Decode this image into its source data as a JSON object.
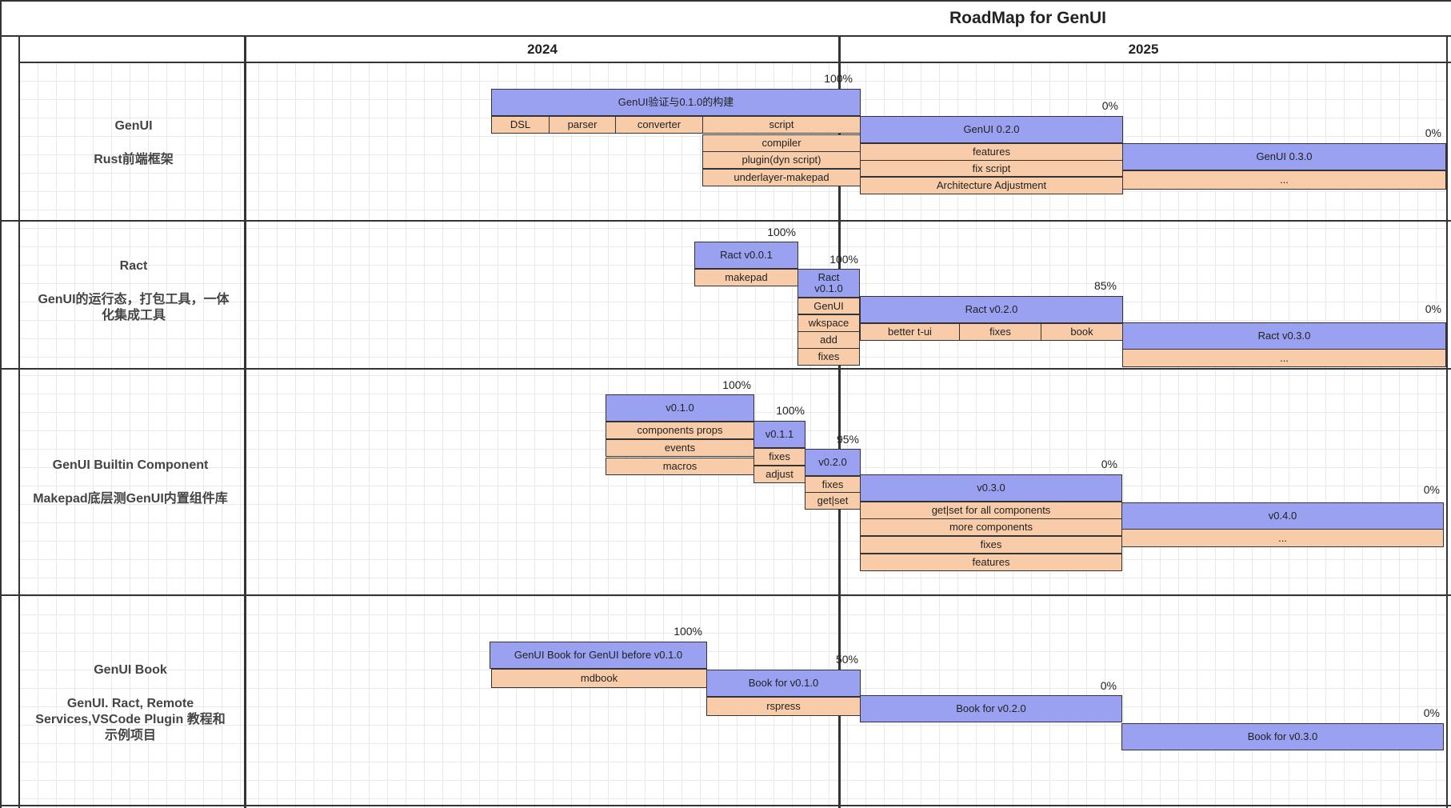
{
  "title": "RoadMap for GenUI",
  "years": [
    "2024",
    "2025"
  ],
  "colors": {
    "milestone": "#99a1f0",
    "task": "#f8cca8",
    "border": "#333333"
  },
  "tracks": [
    {
      "name": "GenUI",
      "desc": "Rust前端框架"
    },
    {
      "name": "Ract",
      "desc": "GenUI的运行态，打包工具，一体化集成工具"
    },
    {
      "name": "GenUI Builtin Component",
      "desc": "Makepad底层测GenUI内置组件库"
    },
    {
      "name": "GenUI Book",
      "desc": "GenUI. Ract, Remote Services,VSCode Plugin 教程和示例项目"
    }
  ],
  "genui": {
    "m1": {
      "label": "GenUI验证与0.1.0的构建",
      "progress": "100%"
    },
    "m1_tasks": [
      "DSL",
      "parser",
      "converter"
    ],
    "m1_tasks_b": [
      "script",
      "compiler",
      "plugin(dyn script)",
      "underlayer-makepad"
    ],
    "m2": {
      "label": "GenUI 0.2.0",
      "progress": "0%"
    },
    "m2_tasks": [
      "features",
      "fix script",
      "Architecture Adjustment"
    ],
    "m3": {
      "label": "GenUI 0.3.0",
      "progress": "0%"
    },
    "m3_tasks": [
      "..."
    ]
  },
  "ract": {
    "m1": {
      "label": "Ract v0.0.1",
      "progress": "100%"
    },
    "m1_tasks": [
      "makepad"
    ],
    "m2": {
      "label": "Ract v0.1.0",
      "progress": "100%"
    },
    "m2_tasks": [
      "GenUI",
      "wkspace",
      "add",
      "fixes"
    ],
    "m3": {
      "label": "Ract v0.2.0",
      "progress": "85%"
    },
    "m3_tasks": [
      "better t-ui",
      "fixes",
      "book"
    ],
    "m4": {
      "label": "Ract v0.3.0",
      "progress": "0%"
    },
    "m4_tasks": [
      "..."
    ]
  },
  "builtin": {
    "m1": {
      "label": "v0.1.0",
      "progress": "100%"
    },
    "m1_tasks": [
      "components props",
      "events",
      "macros"
    ],
    "m2": {
      "label": "v0.1.1",
      "progress": "100%"
    },
    "m2_tasks": [
      "fixes",
      "adjust"
    ],
    "m3": {
      "label": "v0.2.0",
      "progress": "95%"
    },
    "m3_tasks": [
      "fixes",
      "get|set"
    ],
    "m4": {
      "label": "v0.3.0",
      "progress": "0%"
    },
    "m4_tasks": [
      "get|set for all components",
      "more components",
      "fixes",
      "features"
    ],
    "m5": {
      "label": "v0.4.0",
      "progress": "0%"
    },
    "m5_tasks": [
      "..."
    ]
  },
  "book": {
    "m1": {
      "label": "GenUI Book for GenUI before v0.1.0",
      "progress": "100%"
    },
    "m1_tasks": [
      "mdbook"
    ],
    "m2": {
      "label": "Book for v0.1.0",
      "progress": "50%"
    },
    "m2_tasks": [
      "rspress"
    ],
    "m3": {
      "label": "Book for v0.2.0",
      "progress": "0%"
    },
    "m4": {
      "label": "Book for v0.3.0",
      "progress": "0%"
    }
  }
}
